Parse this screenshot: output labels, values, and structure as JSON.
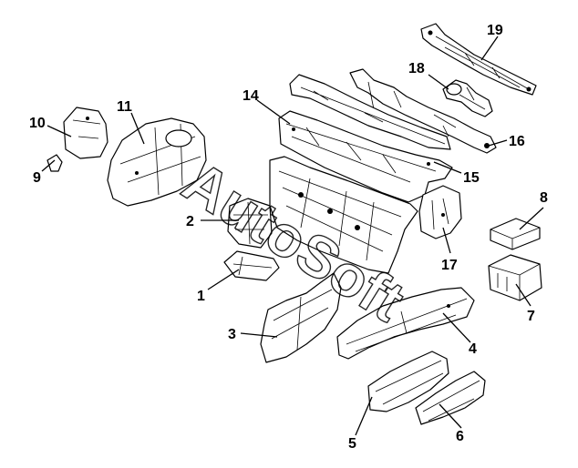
{
  "watermark": "AutoSoft",
  "callouts": [
    {
      "id": "1",
      "label": "1"
    },
    {
      "id": "2",
      "label": "2"
    },
    {
      "id": "3",
      "label": "3"
    },
    {
      "id": "4",
      "label": "4"
    },
    {
      "id": "5",
      "label": "5"
    },
    {
      "id": "6",
      "label": "6"
    },
    {
      "id": "7",
      "label": "7"
    },
    {
      "id": "8",
      "label": "8"
    },
    {
      "id": "9",
      "label": "9"
    },
    {
      "id": "10",
      "label": "10"
    },
    {
      "id": "11",
      "label": "11"
    },
    {
      "id": "14",
      "label": "14"
    },
    {
      "id": "15",
      "label": "15"
    },
    {
      "id": "16",
      "label": "16"
    },
    {
      "id": "17",
      "label": "17"
    },
    {
      "id": "18",
      "label": "18"
    },
    {
      "id": "19",
      "label": "19"
    }
  ],
  "colors": {
    "line": "#000000",
    "background": "#ffffff"
  }
}
